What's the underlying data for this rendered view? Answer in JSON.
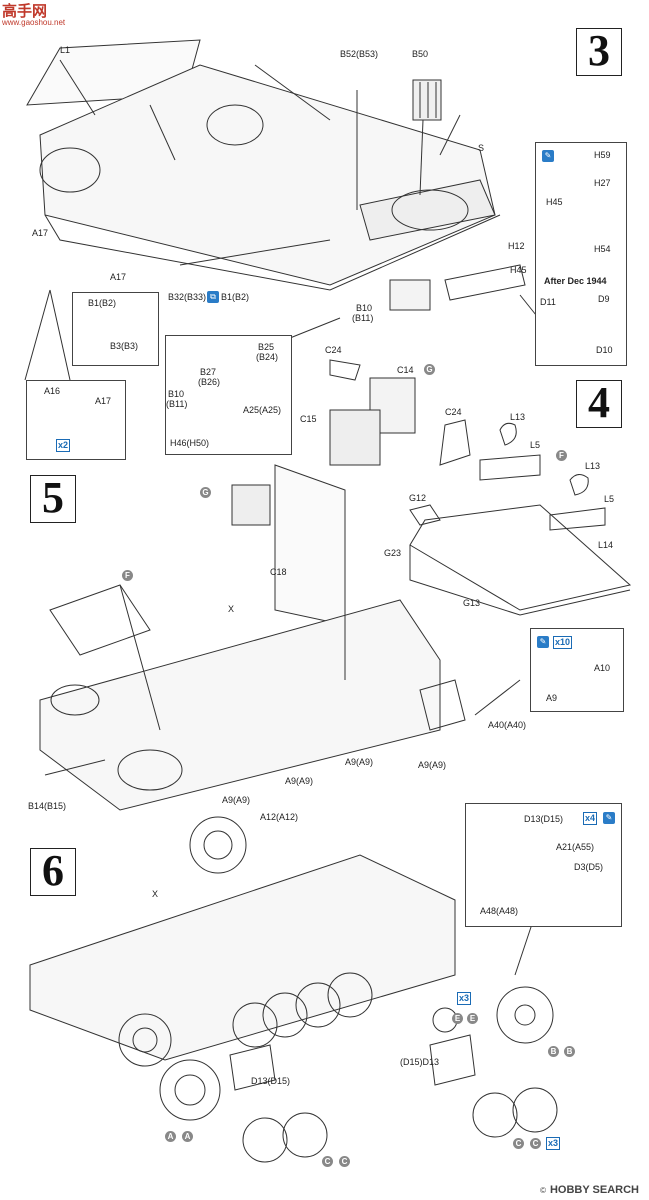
{
  "header": {
    "site_name": "高手网",
    "site_url": "www.gaoshou.net"
  },
  "footer": {
    "copyright": "©",
    "brand": "HOBBY SEARCH"
  },
  "notes": {
    "after_dec_1944": "After Dec 1944"
  },
  "steps": [
    {
      "number": "3"
    },
    {
      "number": "4"
    },
    {
      "number": "5"
    },
    {
      "number": "6"
    }
  ],
  "labels": {
    "step3": [
      "L1",
      "B52(B53)",
      "B50",
      "S",
      "A17",
      "A17",
      "B32(B33)",
      "B1(B2)",
      "B10",
      "(B11)",
      "H12",
      "H45",
      "B1(B2)",
      "B3(B3)",
      "A16",
      "A17",
      "x2"
    ],
    "inset3": [
      "H59",
      "H27",
      "H45",
      "H54",
      "D11",
      "D9",
      "D10"
    ],
    "subbox3": [
      "B25",
      "(B24)",
      "B27",
      "(B26)",
      "B10",
      "(B11)",
      "A25(A25)",
      "H46(H50)"
    ],
    "step4": [
      "C24",
      "C14",
      "G",
      "C15",
      "C24",
      "L13",
      "L5",
      "F",
      "L13",
      "L5",
      "G12",
      "G23",
      "G13",
      "L14"
    ],
    "step5": [
      "G",
      "C18",
      "F",
      "X",
      "A10",
      "A9",
      "x10",
      "A40(A40)",
      "A9(A9)",
      "A9(A9)",
      "A9(A9)",
      "A9(A9)",
      "B14(B15)",
      "A12(A12)"
    ],
    "step6": [
      "X",
      "D13(D15)",
      "A21(A55)",
      "D3(D5)",
      "A48(A48)",
      "x4",
      "E",
      "E",
      "x3",
      "(D15)D13",
      "B",
      "B",
      "D13(D15)",
      "A",
      "A",
      "C",
      "C",
      "x3",
      "C",
      "C"
    ]
  },
  "colors": {
    "accent_blue": "#2a7cc7",
    "line": "#333333",
    "paper": "#ffffff",
    "grey_badge": "#888888",
    "header_red": "#c0392b"
  }
}
